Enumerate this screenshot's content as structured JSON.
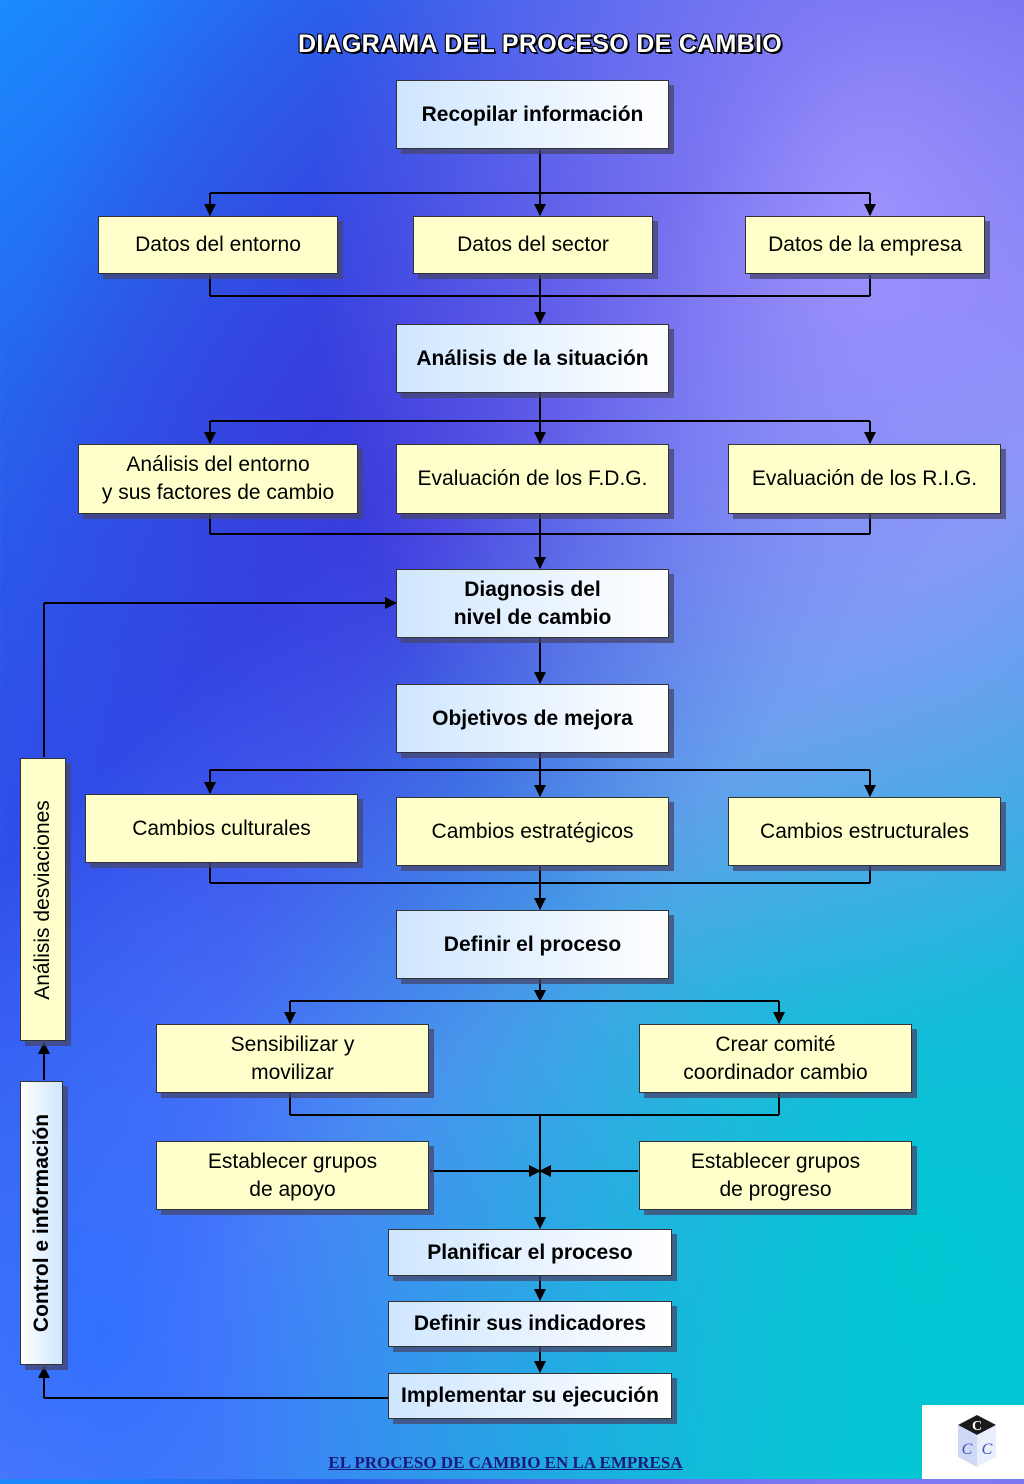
{
  "title": "DIAGRAMA DEL PROCESO DE CAMBIO",
  "nodes": {
    "recopilar": "Recopilar información",
    "datos_entorno": "Datos del entorno",
    "datos_sector": "Datos del sector",
    "datos_empresa": "Datos de la empresa",
    "analisis_situacion": "Análisis de la situación",
    "analisis_entorno": "Análisis del entorno\ny sus factores de cambio",
    "evaluacion_fdg": "Evaluación de los F.D.G.",
    "evaluacion_rig": "Evaluación de los R.I.G.",
    "diagnosis": "Diagnosis del\nnivel de cambio",
    "objetivos": "Objetivos de mejora",
    "cambios_culturales": "Cambios culturales",
    "cambios_estrategicos": "Cambios estratégicos",
    "cambios_estructurales": "Cambios estructurales",
    "definir_proceso": "Definir el proceso",
    "sensibilizar": "Sensibilizar y\nmovilizar",
    "crear_comite": "Crear comité\ncoordinador cambio",
    "grupos_apoyo": "Establecer grupos\nde apoyo",
    "grupos_progreso": "Establecer grupos\nde progreso",
    "planificar": "Planificar el proceso",
    "indicadores": "Definir sus indicadores",
    "implementar": "Implementar su ejecución"
  },
  "side": {
    "analisis_desviaciones": "Análisis desviaciones",
    "control_informacion": "Control e información"
  },
  "footer": "EL PROCESO DE CAMBIO EN LA EMPRESA",
  "logo": {
    "icon": "cube-logo-icon",
    "letters": [
      "C",
      "C",
      "C"
    ]
  },
  "colors": {
    "box_yellow": "#ffffcc",
    "box_blue_start": "#cfe6ff",
    "line": "#000000",
    "title_text": "#ffffff",
    "footer_text": "#1a1a7a"
  }
}
